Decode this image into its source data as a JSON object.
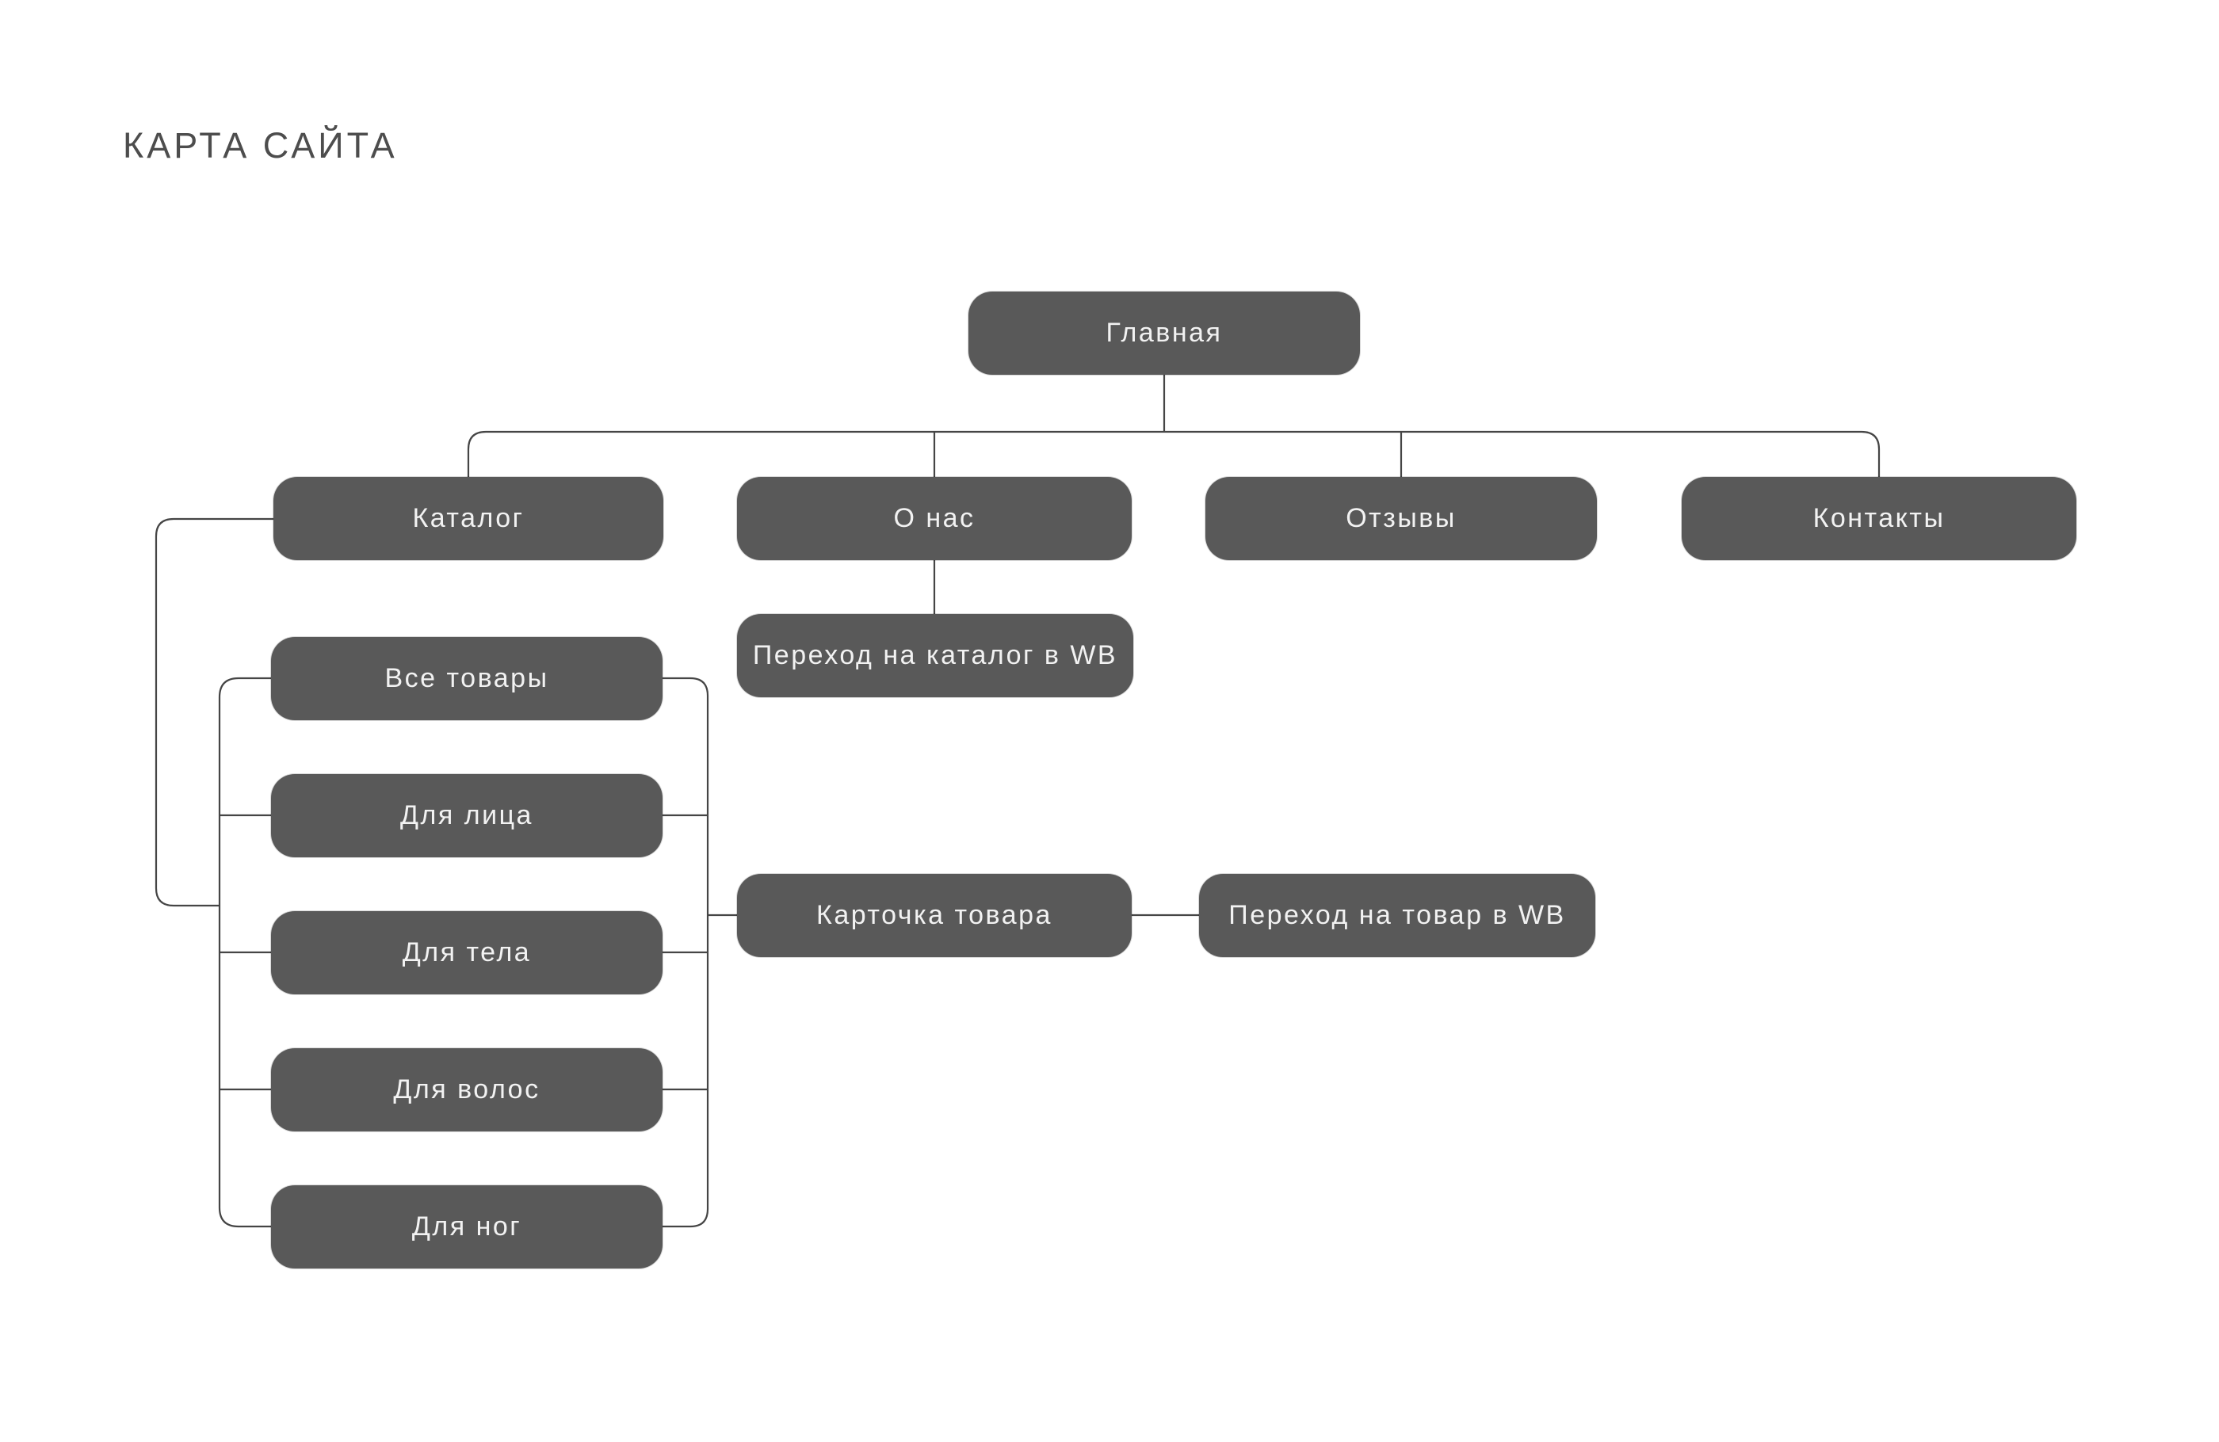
{
  "page": {
    "title": "КАРТА САЙТА"
  },
  "colors": {
    "background": "#ffffff",
    "node_fill": "#595959",
    "node_text": "#f2f2f2",
    "connector": "#454545",
    "title_text": "#4d4d4d"
  },
  "nodes": {
    "glavnaya": "Главная",
    "katalog": "Каталог",
    "onas": "О нас",
    "otzyvy": "Отзывы",
    "kontakty": "Контакты",
    "perehod_katalog": "Переход на каталог в WB",
    "vse_tovary": "Все товары",
    "dlya_lica": "Для лица",
    "dlya_tela": "Для тела",
    "dlya_volos": "Для волос",
    "dlya_nog": "Для ног",
    "kartochka": "Карточка товара",
    "perehod_tovar": "Переход на товар в WB"
  },
  "hierarchy": {
    "glavnaya": [
      "katalog",
      "onas",
      "otzyvy",
      "kontakty"
    ],
    "onas": [
      "perehod_katalog"
    ],
    "katalog": [
      "vse_tovary",
      "dlya_lica",
      "dlya_tela",
      "dlya_volos",
      "dlya_nog"
    ],
    "category_pages_link_to": [
      "kartochka"
    ],
    "kartochka": [
      "perehod_tovar"
    ]
  }
}
